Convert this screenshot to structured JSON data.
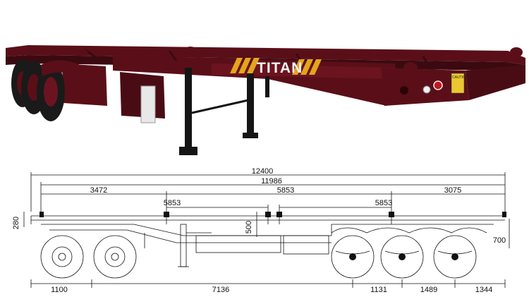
{
  "photo": {
    "brand": "TITAN",
    "caution_label": "CAUTION",
    "colors": {
      "frame": "#5a0f18",
      "frame_dark": "#3b0a10",
      "stripe": "#e3a51c",
      "tire": "#1a1a1a",
      "leg": "#151515"
    }
  },
  "drawing": {
    "dimensions": {
      "overall_length": "12400",
      "frame_length": "11986",
      "front_offset": "3472",
      "lock_spacing_front": "5853",
      "middle_span": "5853",
      "lock_spacing_rear": "5853",
      "rear_offset": "3075",
      "front_overhang": "1100",
      "wheelbase": "7136",
      "axle_spacing_1": "1131",
      "axle_spacing_2": "1489",
      "rear_overhang": "1344",
      "kingpin_height": "280",
      "beam_height": "500",
      "rear_height": "700"
    }
  }
}
